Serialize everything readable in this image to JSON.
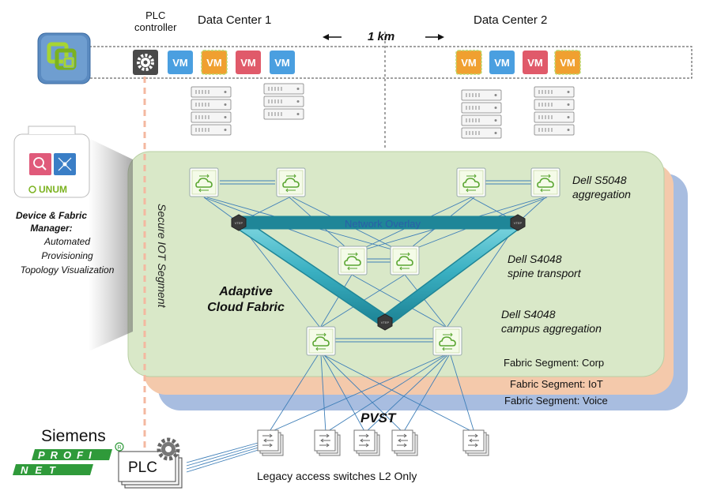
{
  "header": {
    "plc_controller": "PLC\ncontroller",
    "dc1": "Data Center 1",
    "dc2": "Data Center 2",
    "distance": "1 km",
    "vm_label": "VM"
  },
  "manager": {
    "brand": "UNUM",
    "title_line1": "Device & Fabric",
    "title_line2": "Manager:",
    "line3": "Automated",
    "line4": "Provisioning",
    "line5": "Topology Visualization"
  },
  "fabric": {
    "secure_segment": "Secure IOT Segment",
    "overlay": "Network Overlay",
    "adaptive_line1": "Adaptive",
    "adaptive_line2": "Cloud Fabric",
    "s5048_line1": "Dell S5048",
    "s5048_line2": "aggregation",
    "spine_line1": "Dell S4048",
    "spine_line2": "spine transport",
    "campus_line1": "Dell S4048",
    "campus_line2": "campus aggregation",
    "vtep": "VTEP",
    "seg_corp": "Fabric Segment: Corp",
    "seg_iot": "Fabric Segment: IoT",
    "seg_voice": "Fabric Segment: Voice"
  },
  "bottom": {
    "pvst": "PVST",
    "legacy": "Legacy access switches L2 Only",
    "siemens": "Siemens",
    "profi": "PROFI",
    "net": "NET",
    "plc": "PLC"
  },
  "colors": {
    "corp_fill": "#d9e8c8",
    "iot_fill": "#f4c9ab",
    "voice_fill": "#a8bde0",
    "tube": "#4ab8c8",
    "vm_blue": "#4a9fe0",
    "vm_orange": "#f0a030",
    "vm_red": "#e05a6a",
    "dashed_orange": "#f4b8a0"
  }
}
